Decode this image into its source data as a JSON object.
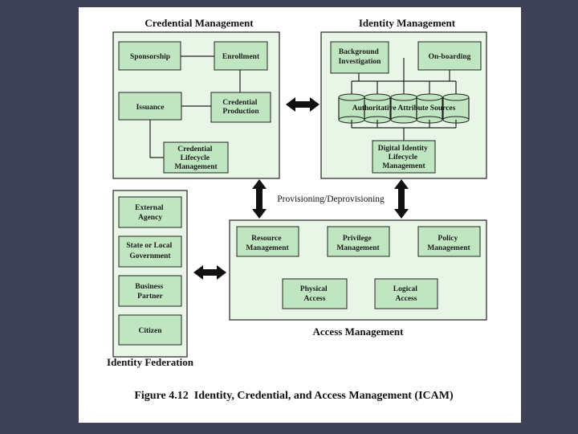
{
  "sections": {
    "credential_management": "Credential Management",
    "identity_management": "Identity Management",
    "access_management": "Access Management",
    "identity_federation": "Identity Federation"
  },
  "credential_boxes": {
    "sponsorship": [
      "Sponsorship"
    ],
    "enrollment": [
      "Enrollment"
    ],
    "issuance": [
      "Issuance"
    ],
    "credential_production": [
      "Credential",
      "Production"
    ],
    "credential_lifecycle": [
      "Credential",
      "Lifecycle",
      "Management"
    ]
  },
  "identity_boxes": {
    "background_investigation": [
      "Background",
      "Investigation"
    ],
    "onboarding": [
      "On-boarding"
    ],
    "authoritative_sources": [
      "Authoritative Attribute Sources"
    ],
    "digital_identity_lifecycle": [
      "Digital Identity",
      "Lifecycle",
      "Management"
    ]
  },
  "federation_boxes": {
    "external_agency": [
      "External",
      "Agency"
    ],
    "state_local_government": [
      "State or Local",
      "Government"
    ],
    "business_partner": [
      "Business",
      "Partner"
    ],
    "citizen": [
      "Citizen"
    ]
  },
  "access_boxes": {
    "resource_management": [
      "Resource",
      "Management"
    ],
    "privilege_management": [
      "Privilege",
      "Management"
    ],
    "policy_management": [
      "Policy",
      "Management"
    ],
    "physical_access": [
      "Physical",
      "Access"
    ],
    "logical_access": [
      "Logical",
      "Access"
    ]
  },
  "provisioning_label": "Provisioning/Deprovisioning",
  "caption": "Figure 4.12  Identity, Credential, and Access Management (ICAM)",
  "colors": {
    "panel_fill": "#e9f6e7",
    "box_fill": "#bfe6c1",
    "backdrop": "#3f4256"
  }
}
